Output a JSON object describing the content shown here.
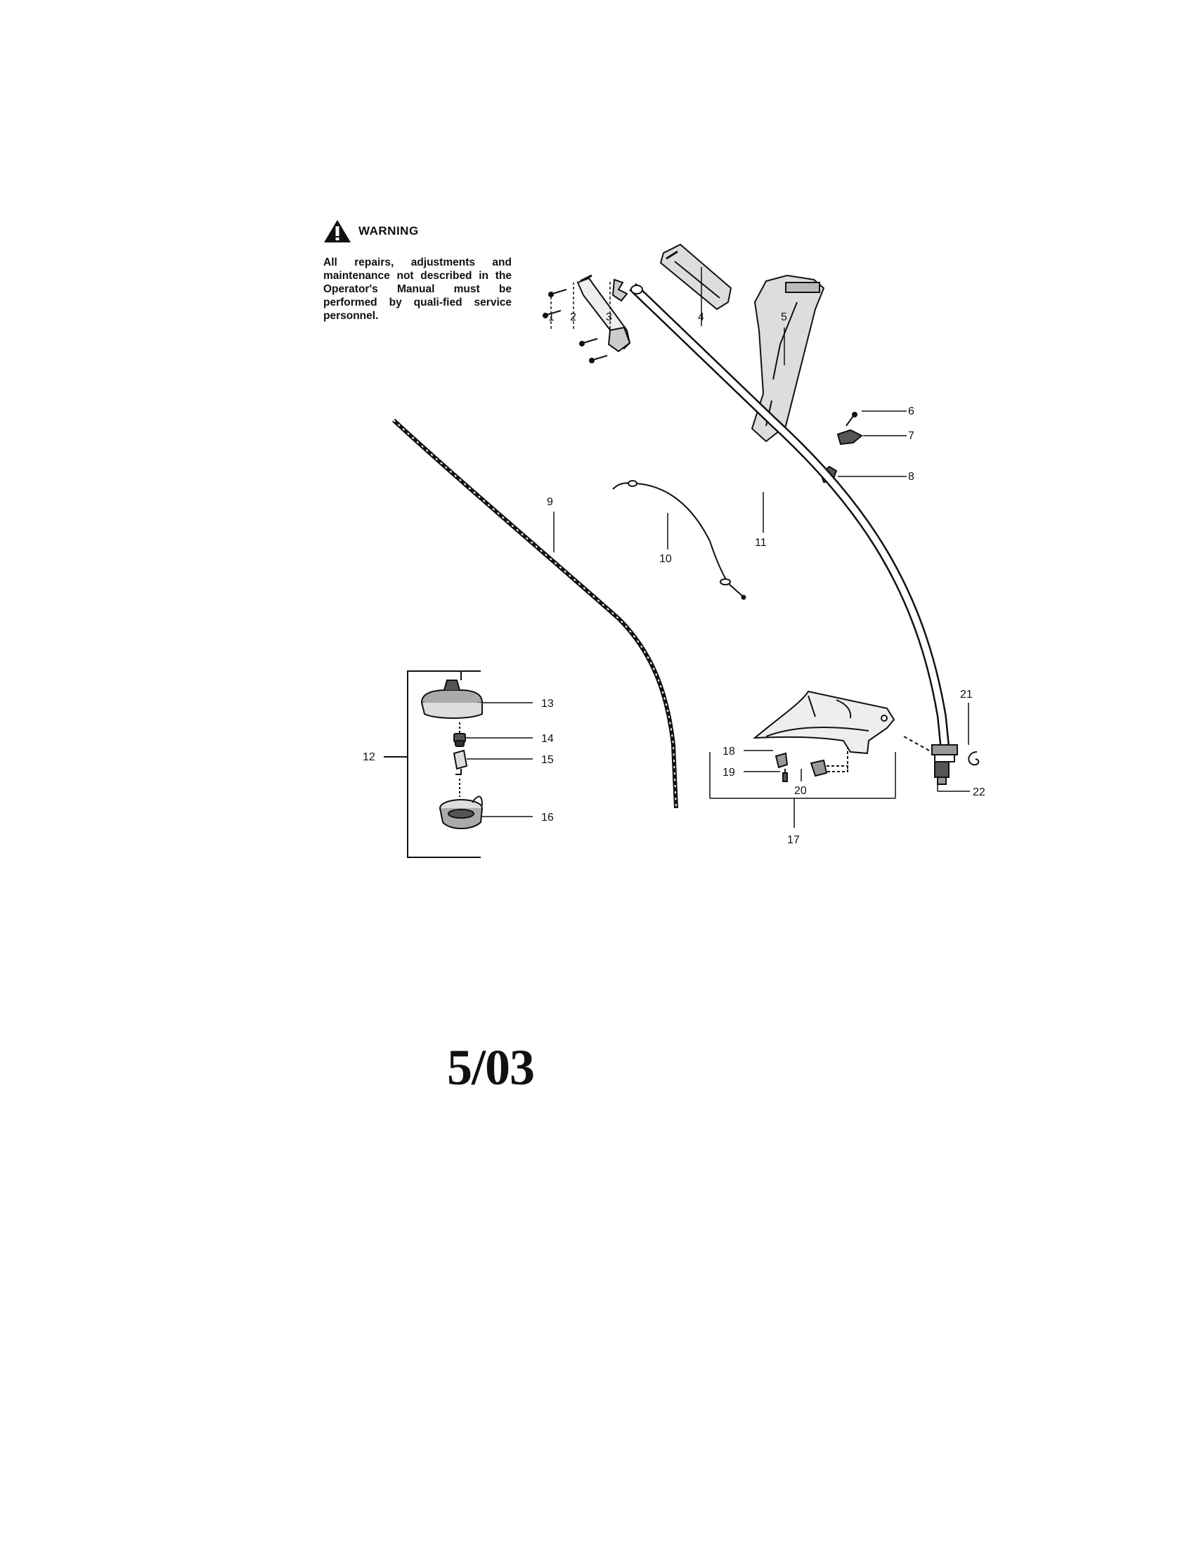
{
  "warning": {
    "title": "WARNING",
    "body": "All repairs, adjustments and maintenance not described in the Operator's Manual must be performed by quali-fied service personnel."
  },
  "date_code": "5/03",
  "callouts": [
    "1",
    "2",
    "3",
    "4",
    "5",
    "6",
    "7",
    "8",
    "9",
    "10",
    "11",
    "12",
    "13",
    "14",
    "15",
    "16",
    "17",
    "18",
    "19",
    "20",
    "21",
    "22"
  ],
  "icons": {
    "warning": "warning-triangle-icon"
  }
}
